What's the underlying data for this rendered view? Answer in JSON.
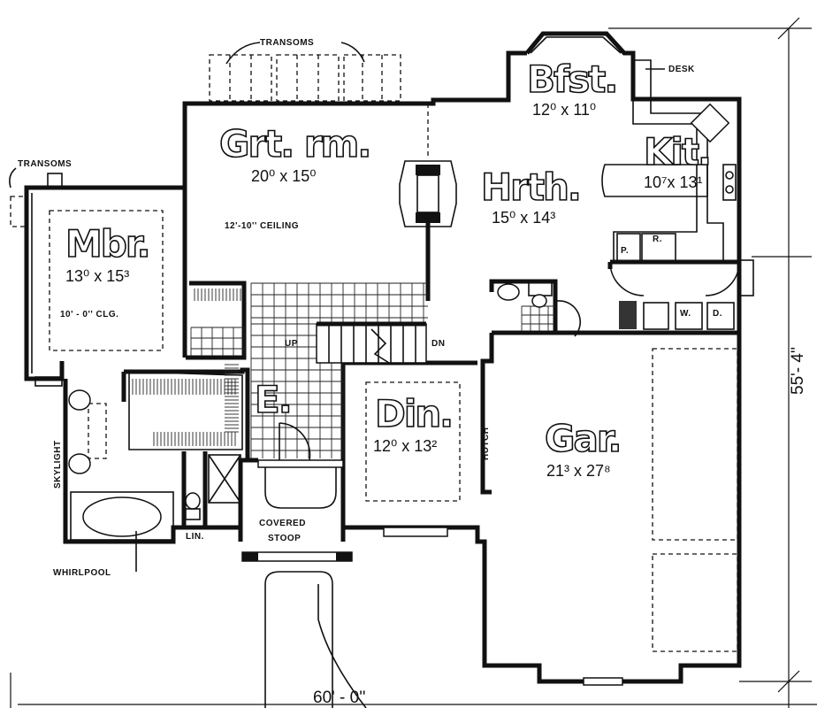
{
  "rooms": {
    "great_room": {
      "name": "Grt. rm.",
      "size": "20⁰ x 15⁰",
      "note": "12'-10'' CEILING"
    },
    "breakfast": {
      "name": "Bfst.",
      "size": "12⁰ x 11⁰"
    },
    "kitchen": {
      "name": "Kit.",
      "size": "10⁷x 13¹"
    },
    "hearth": {
      "name": "Hrth.",
      "size": "15⁰ x 14³"
    },
    "master_bedroom": {
      "name": "Mbr.",
      "size": "13⁰ x 15³",
      "note": "10' - 0'' CLG."
    },
    "entry": {
      "name": "E."
    },
    "dining": {
      "name": "Din.",
      "size": "12⁰ x 13²"
    },
    "garage": {
      "name": "Gar.",
      "size": "21³ x 27⁸"
    }
  },
  "labels": {
    "transoms_top": "TRANSOMS",
    "transoms_left": "TRANSOMS",
    "desk": "DESK",
    "pantry": "P.",
    "refrigerator": "R.",
    "washer": "W.",
    "dryer": "D.",
    "up": "UP",
    "down": "DN",
    "hutch": "HUTCH",
    "skylight": "SKYLIGHT",
    "whirlpool": "WHIRLPOOL",
    "linen": "LIN.",
    "covered_stoop_1": "COVERED",
    "covered_stoop_2": "STOOP"
  },
  "dimensions": {
    "width": "60' - 0''",
    "depth": "55'- 4''"
  }
}
